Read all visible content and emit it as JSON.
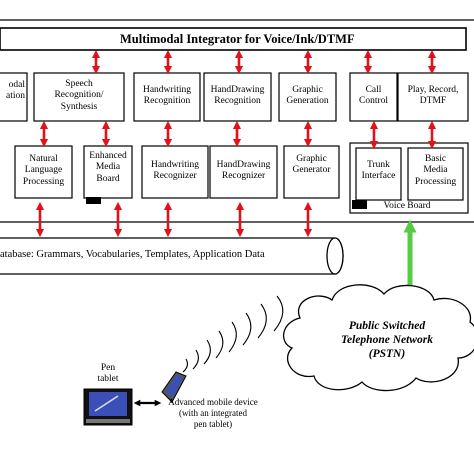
{
  "colors": {
    "arrow_red": "#e0121b",
    "arrow_green": "#55cc44",
    "stroke": "#000000",
    "device_screen": "#3a50b8"
  },
  "integrator": {
    "title": "Multimodal Integrator for Voice/Ink/DTMF"
  },
  "top_row": [
    {
      "label": "odal\nation"
    },
    {
      "label": "Speech\nRecognition/\nSynthesis"
    },
    {
      "label": "Handwriting\nRecognition"
    },
    {
      "label": "HandDrawing\nRecognition"
    },
    {
      "label": "Graphic\nGeneration"
    },
    {
      "label": "Call\nControl"
    },
    {
      "label": "Play, Record,\nDTMF"
    }
  ],
  "bottom_row": [
    {
      "label": "Natural\nLanguage\nProcessing"
    },
    {
      "label": "Enhanced\nMedia\nBoard"
    },
    {
      "label": "Handwriting\nRecognizer"
    },
    {
      "label": "HandDrawing\nRecognizer"
    },
    {
      "label": "Graphic\nGenerator"
    }
  ],
  "voice_board": {
    "label": "Voice Board",
    "items": [
      {
        "label": "Trunk\nInterface"
      },
      {
        "label": "Basic\nMedia\nProcessing"
      }
    ]
  },
  "database": {
    "label": "atabase: Grammars, Vocabularies, Templates, Application Data"
  },
  "pstn": {
    "label": "Public Switched\nTelephone Network\n(PSTN)"
  },
  "pen_tablet": {
    "label": "Pen\ntablet"
  },
  "mobile_device": {
    "label": "Advanced mobile device\n(with an integrated\npen tablet)"
  }
}
